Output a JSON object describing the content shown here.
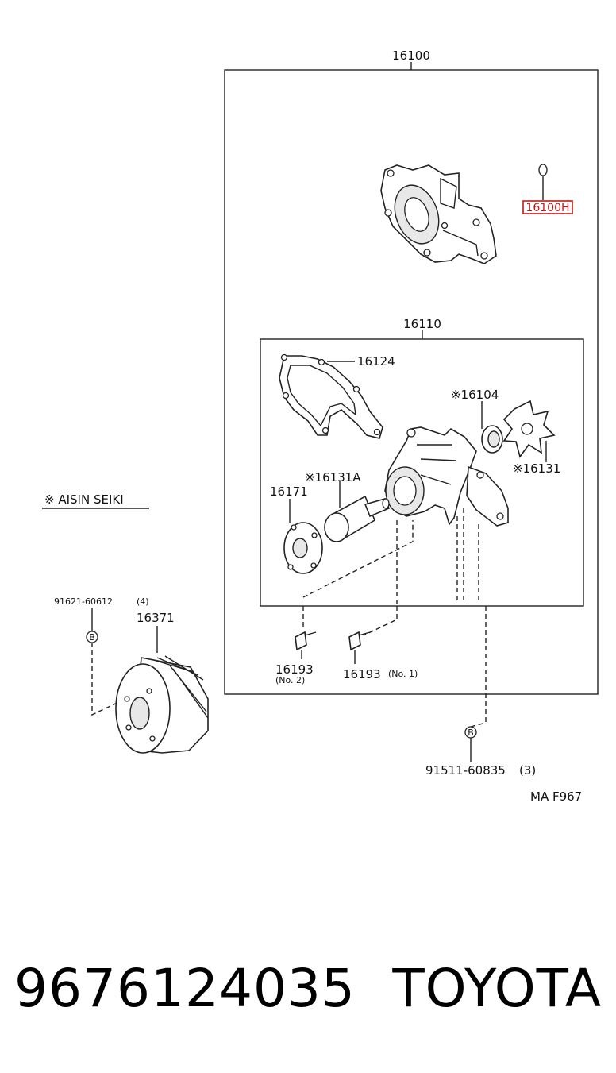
{
  "labels": {
    "assy_main": "16100",
    "o_ring": "16100H",
    "sub_assy": "16110",
    "gasket": "16124",
    "seal": "※16104",
    "rotor": "※16131",
    "bearing": "※16131A",
    "seat": "16171",
    "maker_note": "※ AISIN SEIKI",
    "bolt_a_part": "91621-60612",
    "bolt_a_qty": "(4)",
    "pulley": "16371",
    "stud_no2": "16193",
    "stud_no2_note": "(No. 2)",
    "stud_no1": "16193",
    "stud_no1_note": "(No. 1)",
    "bolt_b_part": "91511-60835",
    "bolt_b_qty": "(3)",
    "bolt_marker_a": "B",
    "bolt_marker_b": "B",
    "figure_code": "MA F967"
  },
  "footer": {
    "part_number": "9676124035",
    "brand": "TOYOTA"
  },
  "highlight_color": "#c01818"
}
